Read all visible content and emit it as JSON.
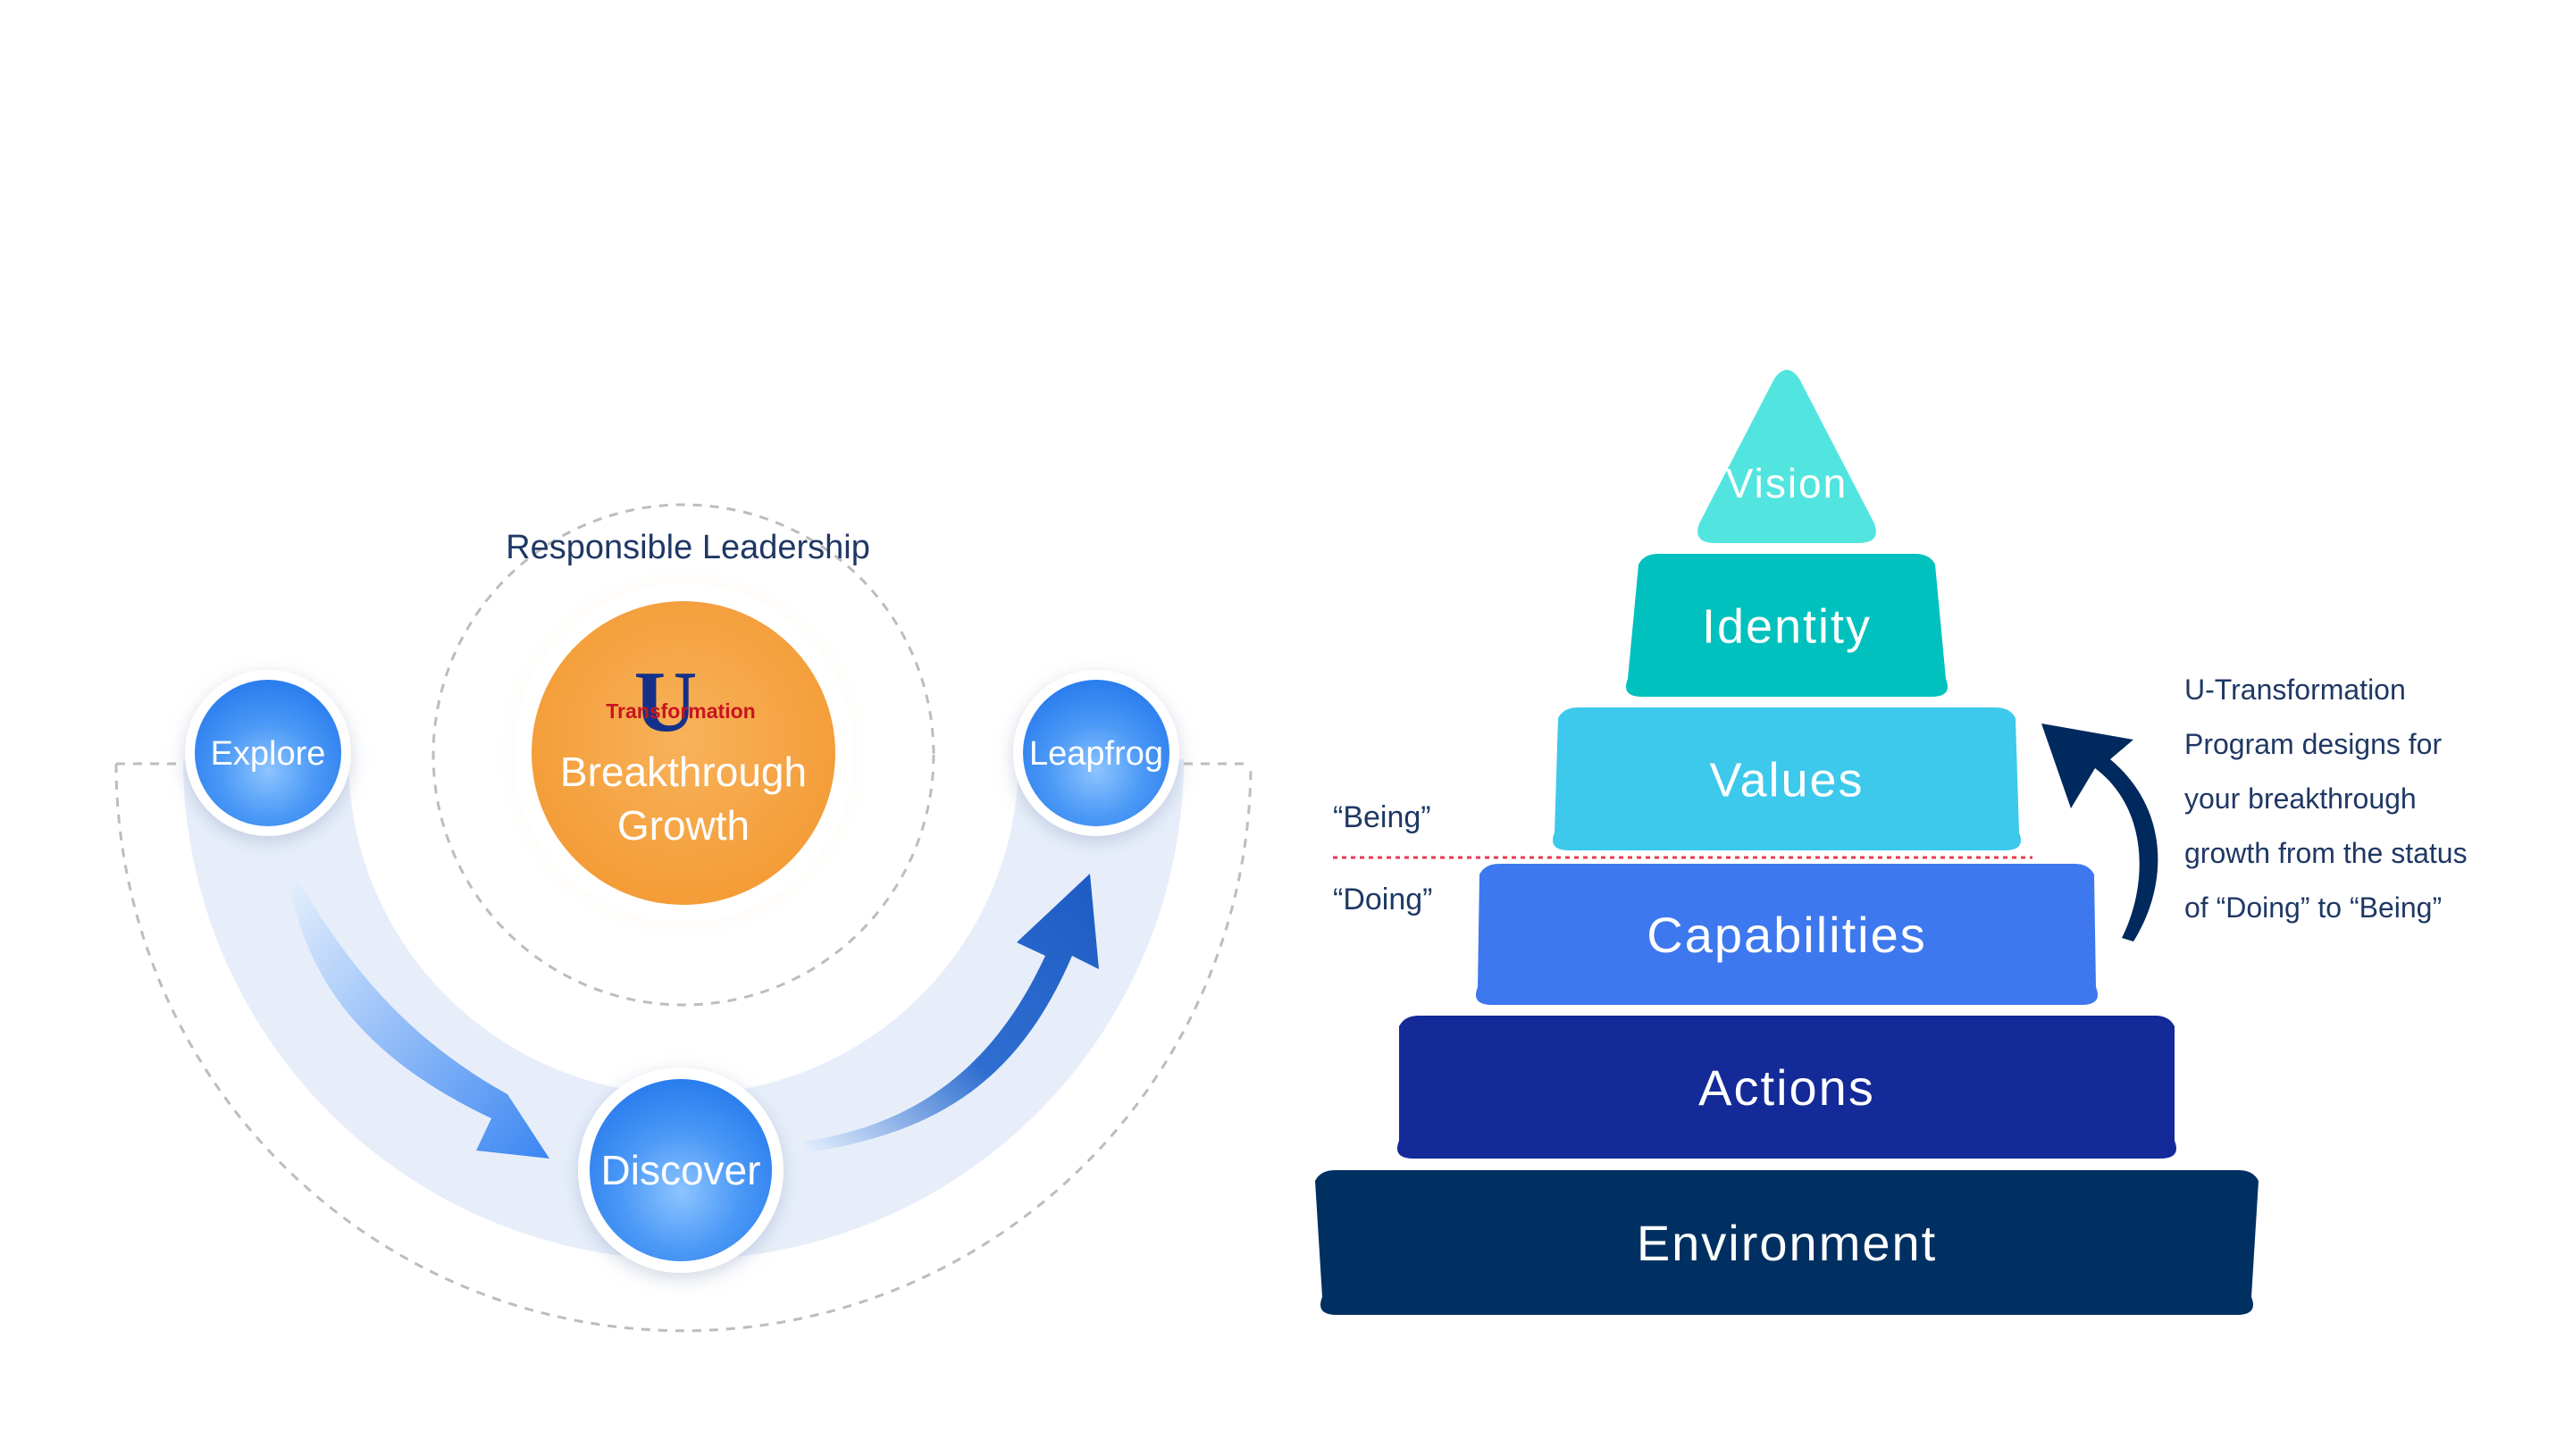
{
  "left_diagram": {
    "ring_label": "Responsible Leadership",
    "logo": {
      "letter": "U",
      "word": "Transformation"
    },
    "center": {
      "line1": "Breakthrough",
      "line2": "Growth"
    },
    "nodes": {
      "explore": "Explore",
      "discover": "Discover",
      "leapfrog": "Leapfrog"
    }
  },
  "pyramid": {
    "levels": [
      {
        "label": "Vision",
        "color": "#52E5E0"
      },
      {
        "label": "Identity",
        "color": "#00C1BE"
      },
      {
        "label": "Values",
        "color": "#3DC9EC"
      },
      {
        "label": "Capabilities",
        "color": "#3E78EE"
      },
      {
        "label": "Actions",
        "color": "#132A98"
      },
      {
        "label": "Environment",
        "color": "#003062"
      }
    ],
    "being_label": "“Being”",
    "doing_label": "“Doing”",
    "note": [
      "U-Transformation",
      "Program designs for",
      "your breakthrough",
      "growth from the status",
      "of “Doing” to “Being”"
    ]
  },
  "colors": {
    "navy_text": "#1F3864",
    "orange": "#F5A040",
    "node_blue": "#3F8FF5",
    "dotted_red": "#E8384F"
  }
}
